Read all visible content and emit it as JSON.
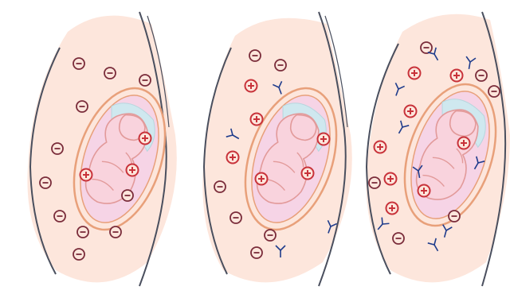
{
  "panels": [
    {
      "id": "panel-1",
      "fetal_cells": [
        {
          "sign": "+"
        },
        {
          "sign": "+"
        },
        {
          "sign": "+"
        }
      ],
      "maternal_cells": [
        {
          "sign": "-"
        },
        {
          "sign": "-"
        },
        {
          "sign": "-"
        },
        {
          "sign": "-"
        },
        {
          "sign": "-"
        },
        {
          "sign": "-"
        },
        {
          "sign": "-"
        },
        {
          "sign": "-"
        },
        {
          "sign": "-"
        },
        {
          "sign": "-"
        },
        {
          "sign": "-"
        }
      ],
      "antibody_count": 0
    },
    {
      "id": "panel-2",
      "fetal_cells": [
        {
          "sign": "+"
        },
        {
          "sign": "+"
        },
        {
          "sign": "+"
        },
        {
          "sign": "+"
        },
        {
          "sign": "+"
        },
        {
          "sign": "+"
        }
      ],
      "maternal_cells": [
        {
          "sign": "-"
        },
        {
          "sign": "-"
        },
        {
          "sign": "-"
        },
        {
          "sign": "-"
        },
        {
          "sign": "-"
        },
        {
          "sign": "-"
        }
      ],
      "antibody_count": 4
    },
    {
      "id": "panel-3",
      "fetal_cells": [
        {
          "sign": "+"
        },
        {
          "sign": "+"
        },
        {
          "sign": "+"
        },
        {
          "sign": "+"
        },
        {
          "sign": "+"
        },
        {
          "sign": "+"
        },
        {
          "sign": "+"
        },
        {
          "sign": "+"
        }
      ],
      "maternal_cells": [
        {
          "sign": "-"
        },
        {
          "sign": "-"
        },
        {
          "sign": "-"
        },
        {
          "sign": "-"
        },
        {
          "sign": "-"
        },
        {
          "sign": "-"
        }
      ],
      "antibody_count": 9
    }
  ],
  "colors": {
    "maternal_tissue": "#fde6dc",
    "body_outline": "#4a4f5e",
    "uterus_outline": "#e8a07a",
    "amniotic_fluid": "#f6d4e6",
    "placenta_blue": "#cfe8ef",
    "fetus_skin": "#f9d3dd",
    "fetus_outline": "#e29a9a",
    "positive_cell": "#c8323a",
    "negative_cell": "#7a2c3a",
    "antibody": "#1f3c8c"
  }
}
